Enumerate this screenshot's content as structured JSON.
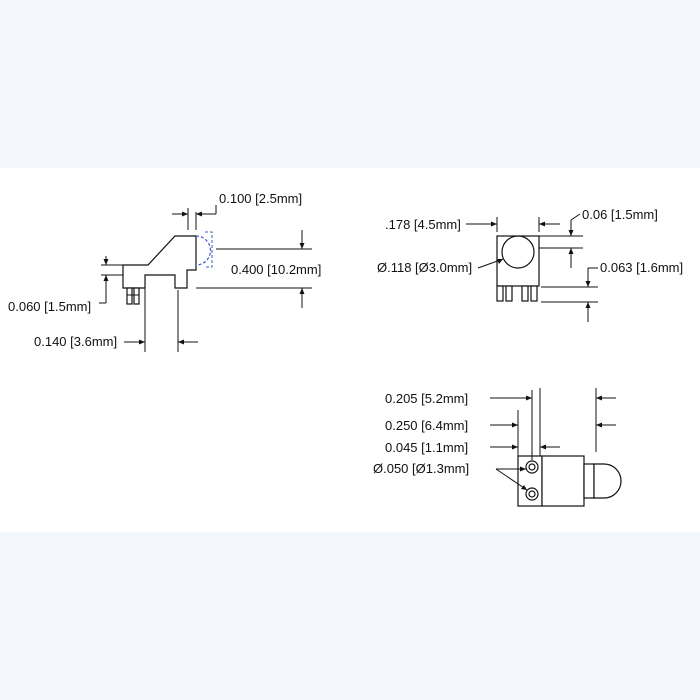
{
  "colors": {
    "band": "#f3f6fd",
    "background": "#ffffff",
    "line": "#111111",
    "lens_dashed": "#3a5bd0"
  },
  "side_view": {
    "lens_width": "0.100  [2.5mm]",
    "lens_height": "0.400  [10.2mm]",
    "pin_length": "0.060 [1.5mm]",
    "body_depth": "0.140 [3.6mm]"
  },
  "front_view": {
    "body_width": ".178 [4.5mm]",
    "lens_diameter": "Ø.118 [Ø3.0mm]",
    "top_offset": "0.06 [1.5mm]",
    "bottom_offset": "0.063 [1.6mm]"
  },
  "top_view": {
    "dim_a": "0.205 [5.2mm]",
    "dim_b": "0.250 [6.4mm]",
    "dim_c": "0.045 [1.1mm]",
    "hole_diameter": "Ø.050 [Ø1.3mm]"
  }
}
